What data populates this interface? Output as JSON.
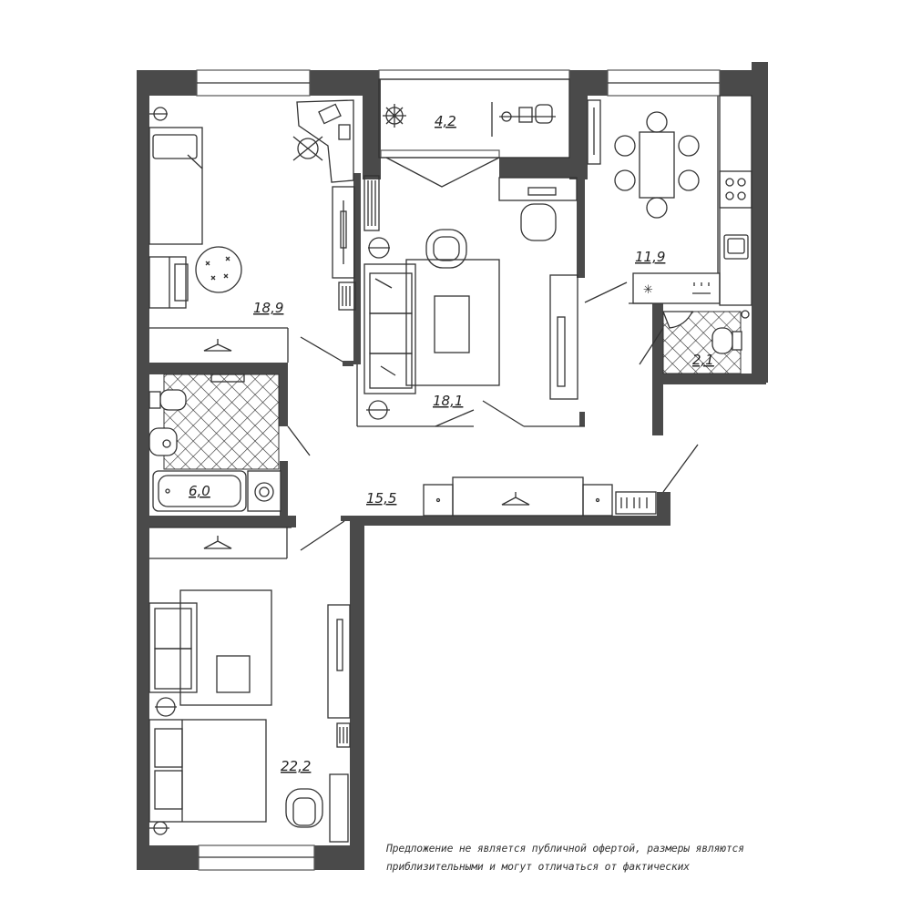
{
  "rooms": [
    {
      "id": "bedroom-1",
      "area": "18,9"
    },
    {
      "id": "balcony",
      "area": "4,2"
    },
    {
      "id": "living-room",
      "area": "18,1"
    },
    {
      "id": "kitchen",
      "area": "11,9"
    },
    {
      "id": "toilet",
      "area": "2,1"
    },
    {
      "id": "bathroom",
      "area": "6,0"
    },
    {
      "id": "hallway",
      "area": "15,5"
    },
    {
      "id": "bedroom-2",
      "area": "22,2"
    }
  ],
  "disclaimer": {
    "line1": "Предложение не является публичной офертой, размеры являются",
    "line2": "приблизительными и могут отличаться от фактических"
  },
  "colors": {
    "wall": "#4a4a4a",
    "line": "#333333",
    "background": "#ffffff"
  }
}
